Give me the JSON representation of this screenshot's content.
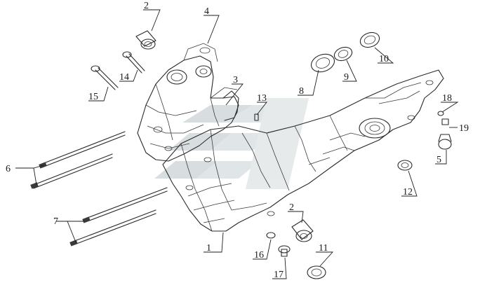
{
  "callouts": [
    {
      "id": "c1",
      "text": "1"
    },
    {
      "id": "c2a",
      "text": "2"
    },
    {
      "id": "c2b",
      "text": "2"
    },
    {
      "id": "c3",
      "text": "3"
    },
    {
      "id": "c4",
      "text": "4"
    },
    {
      "id": "c5",
      "text": "5"
    },
    {
      "id": "c6",
      "text": "6"
    },
    {
      "id": "c7",
      "text": "7"
    },
    {
      "id": "c8",
      "text": "8"
    },
    {
      "id": "c9",
      "text": "9"
    },
    {
      "id": "c10",
      "text": "10"
    },
    {
      "id": "c11",
      "text": "11"
    },
    {
      "id": "c12",
      "text": "12"
    },
    {
      "id": "c13",
      "text": "13"
    },
    {
      "id": "c14",
      "text": "14"
    },
    {
      "id": "c15",
      "text": "15"
    },
    {
      "id": "c16",
      "text": "16"
    },
    {
      "id": "c17",
      "text": "17"
    },
    {
      "id": "c18",
      "text": "18"
    },
    {
      "id": "c19",
      "text": "19"
    }
  ],
  "colors": {
    "line": "#2a2a2a",
    "watermark": "#b9c4c8"
  }
}
